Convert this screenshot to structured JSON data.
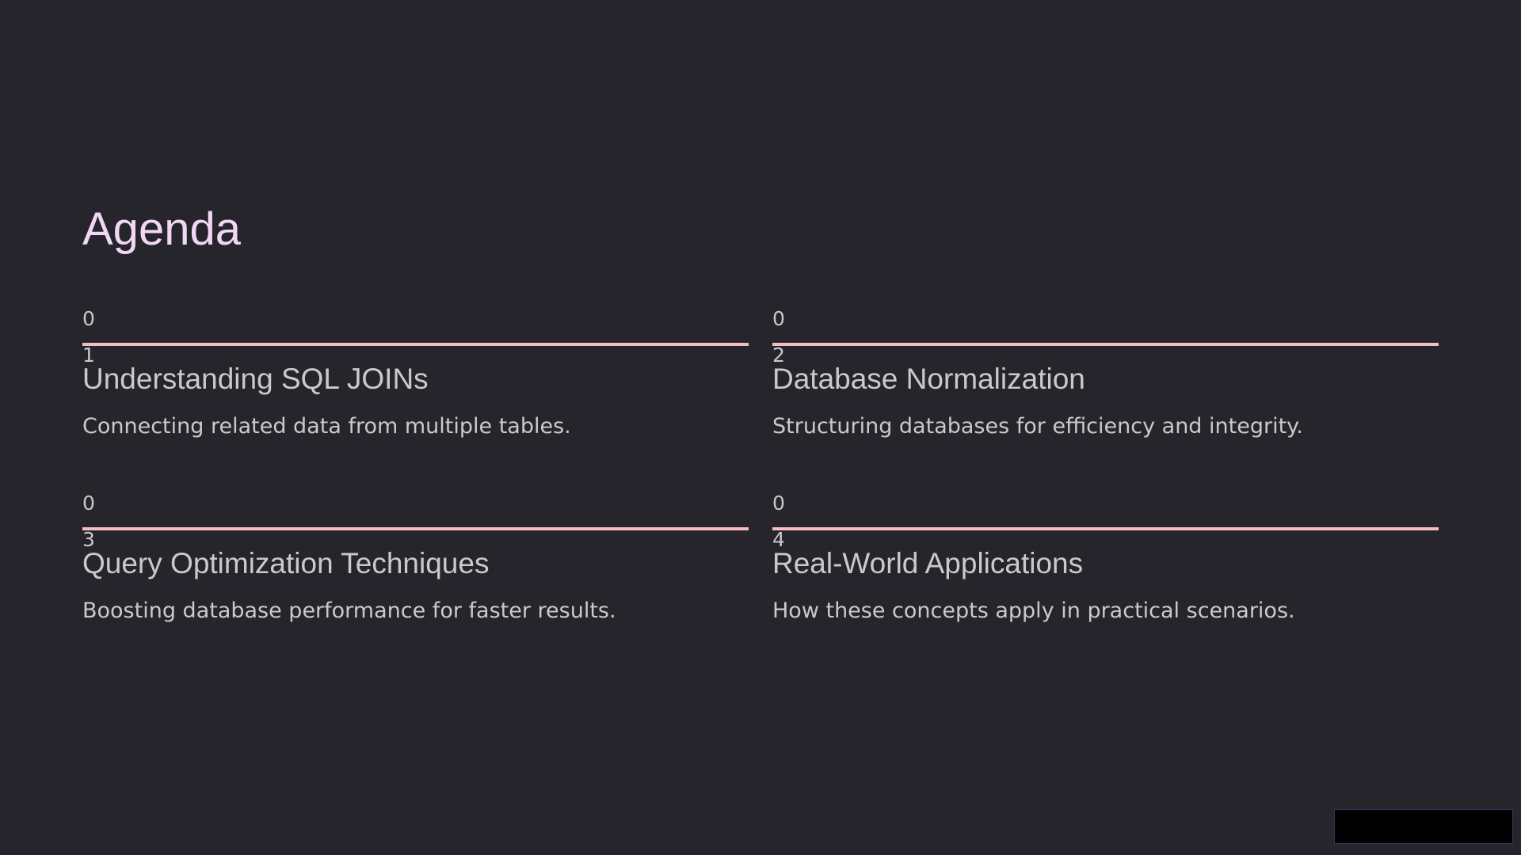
{
  "slide": {
    "title": "Agenda",
    "items": [
      {
        "number_top": "0",
        "number_bottom": "1",
        "title": "Understanding SQL JOINs",
        "description": "Connecting related data from multiple tables."
      },
      {
        "number_top": "0",
        "number_bottom": "2",
        "title": "Database Normalization",
        "description": "Structuring databases for efficiency and integrity."
      },
      {
        "number_top": "0",
        "number_bottom": "3",
        "title": "Query Optimization Techniques",
        "description": "Boosting database performance for faster results."
      },
      {
        "number_top": "0",
        "number_bottom": "4",
        "title": "Real-World Applications",
        "description": "How these concepts apply in practical scenarios."
      }
    ]
  },
  "colors": {
    "background": "#25252b",
    "title": "#f1d7f3",
    "accent_rule": "#f5bcc1",
    "text": "#c9c9ce"
  }
}
